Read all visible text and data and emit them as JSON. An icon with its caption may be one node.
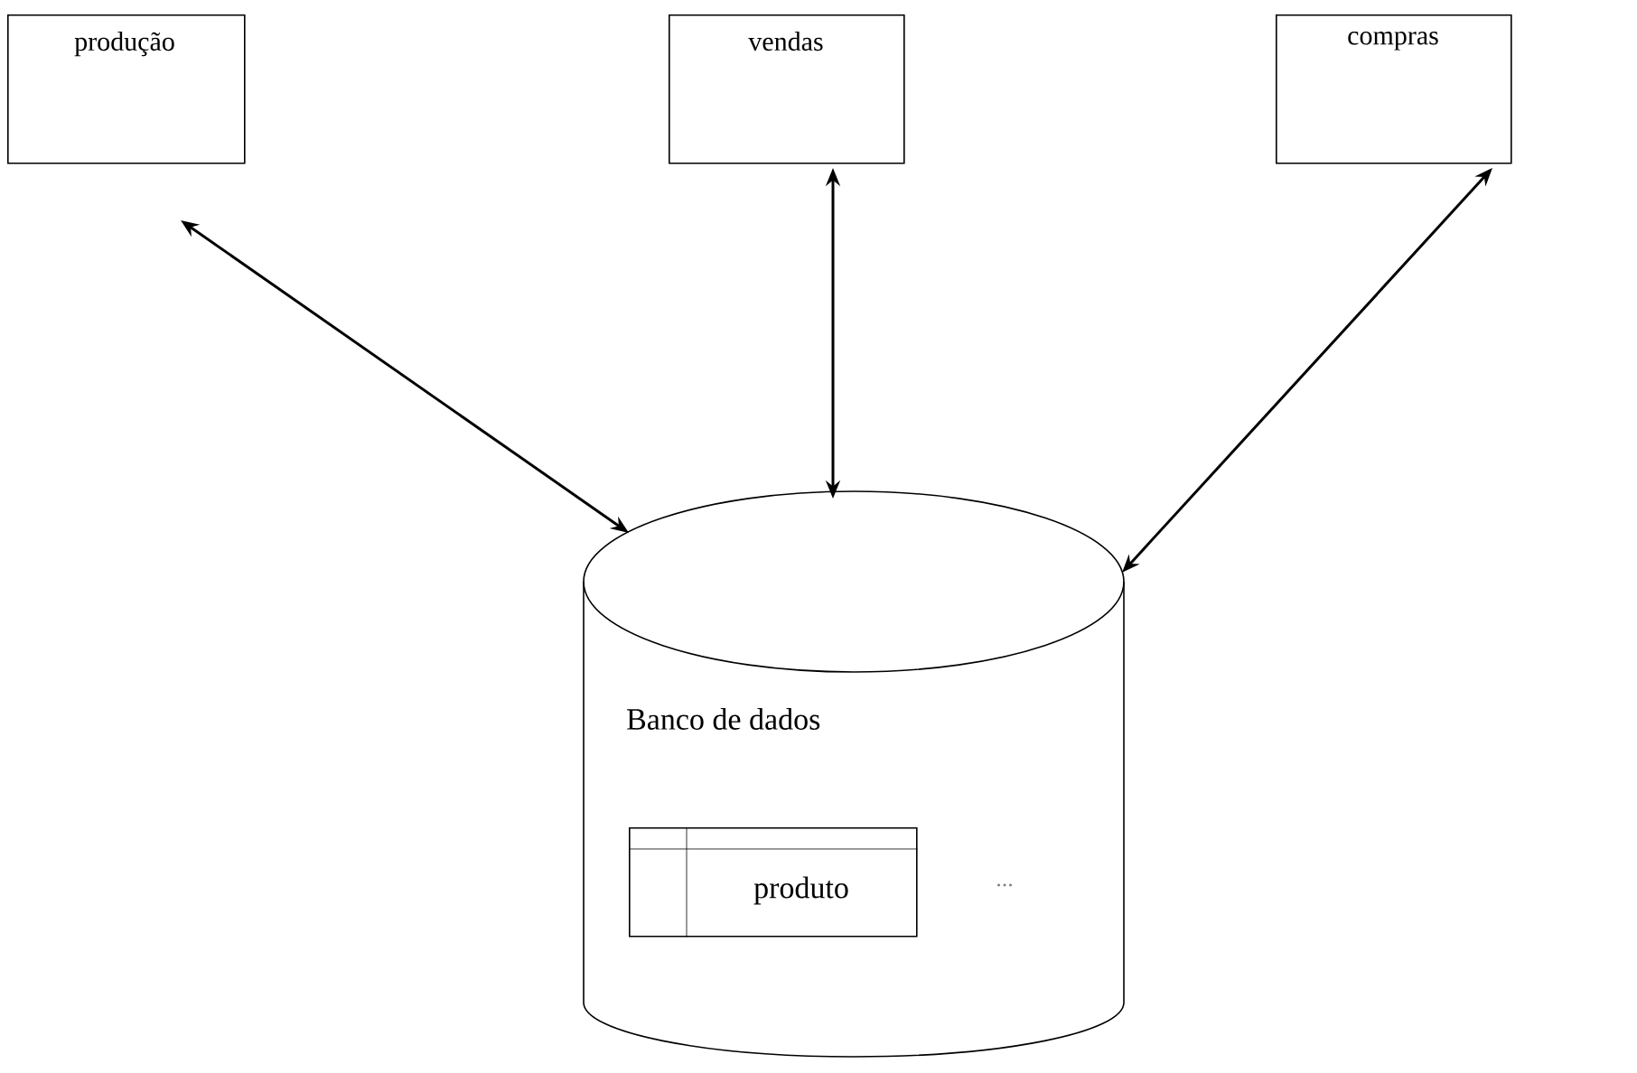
{
  "diagram": {
    "nodes": [
      {
        "text": [
          "produção"
        ]
      },
      {
        "text": [
          "vendas"
        ]
      },
      {
        "text": [
          "compras"
        ]
      },
      {
        "text": [
          "Banco de dados"
        ]
      },
      {
        "text": [
          "produto"
        ],
        "in": 3
      }
    ],
    "edges": [
      {
        "from": 0,
        "to": 3,
        "arrow": "both"
      },
      {
        "from": 1,
        "to": 3,
        "arrow": "both"
      },
      {
        "from": 2,
        "to": 3,
        "arrow": "both"
      }
    ],
    "labels": [
      "..."
    ]
  }
}
